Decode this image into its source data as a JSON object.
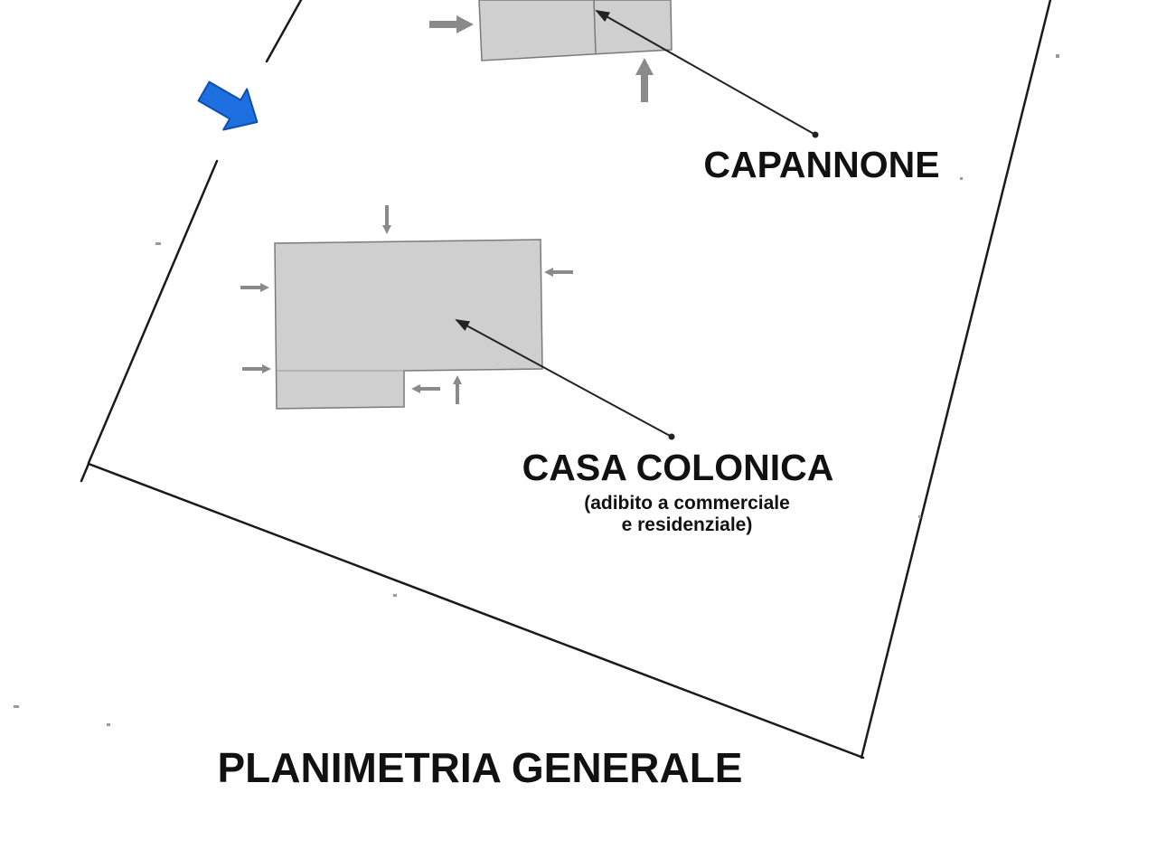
{
  "drawing": {
    "title": "PLANIMETRIA GENERALE"
  },
  "buildings": {
    "capannone": {
      "label": "CAPANNONE"
    },
    "casa_colonica": {
      "label": "CASA COLONICA",
      "note_line1": "(adibito a commerciale",
      "note_line2": "e residenziale)"
    }
  },
  "colors": {
    "building_fill": "#cfcfcf",
    "building_stroke": "#7a7a7a",
    "boundary": "#1a1a1a",
    "entrance_arrow": "#1e6fe0",
    "access_arrow": "#8a8a8a",
    "leader": "#222222"
  },
  "icons": {
    "entrance": "blue-arrow-icon",
    "access": "gray-arrow-icon"
  }
}
